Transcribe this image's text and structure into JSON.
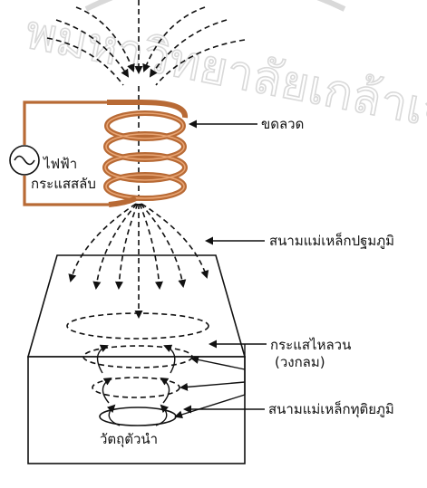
{
  "labels": {
    "coil": "ขดลวด",
    "ac_source_line1": "ไฟฟ้า",
    "ac_source_line2": "กระแสสลับ",
    "primary_field": "สนามแม่เหล็กปฐมภูมิ",
    "eddy_line1": "กระแสไหลวน",
    "eddy_line2": "(วงกลม)",
    "secondary_field": "สนามแม่เหล็กทุติยภูมิ",
    "conductor": "วัตถุตัวนำ"
  },
  "watermark": {
    "text": "พมหาวิทยาลัยเกล้าเจ้าคุณ"
  },
  "icons": {
    "ac_source": "ac-source-sine-icon"
  },
  "colors": {
    "coil": "#b86a35",
    "coil_highlight": "#e8a574",
    "lines": "#111111",
    "watermark": "#d9d9d9"
  }
}
